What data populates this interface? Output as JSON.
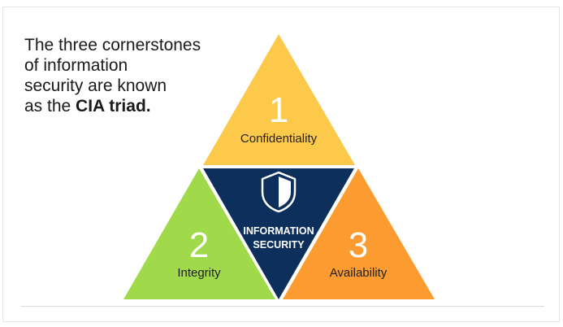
{
  "intro": {
    "line1": "The three cornerstones",
    "line2": "of information",
    "line3": "security are known",
    "line4_prefix": "as the ",
    "line4_bold": "CIA triad."
  },
  "triad": {
    "top": {
      "number": "1",
      "label": "Confidentiality",
      "color": "#fdc94a"
    },
    "left": {
      "number": "2",
      "label": "Integrity",
      "color": "#a0d94a"
    },
    "right": {
      "number": "3",
      "label": "Availability",
      "color": "#fb9b30"
    },
    "center": {
      "label_line1": "INFORMATION",
      "label_line2": "SECURITY",
      "icon": "shield-icon",
      "color": "#0d2f5c"
    }
  }
}
